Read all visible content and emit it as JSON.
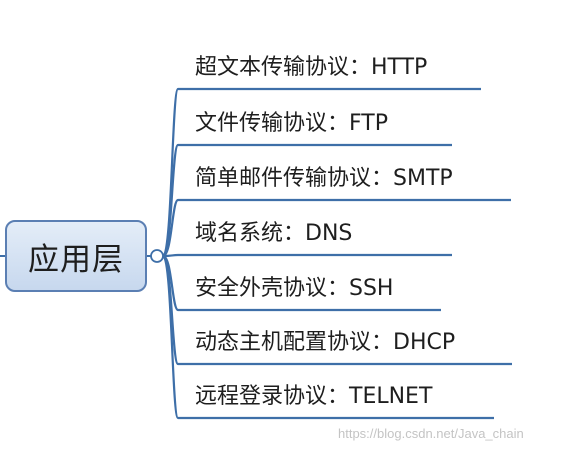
{
  "colors": {
    "line": "#3e6fa8",
    "root_border": "#5b7fb3",
    "root_fill": "#d5e3f4",
    "text": "#1e1e1e",
    "watermark": "#c4c4c4"
  },
  "root": {
    "label": "应用层"
  },
  "branches": [
    {
      "label": "超文本传输协议：HTTP"
    },
    {
      "label": "文件传输协议：FTP"
    },
    {
      "label": "简单邮件传输协议：SMTP"
    },
    {
      "label": "域名系统：DNS"
    },
    {
      "label": "安全外壳协议：SSH"
    },
    {
      "label": "动态主机配置协议：DHCP"
    },
    {
      "label": "远程登录协议：TELNET"
    }
  ],
  "watermark": "https://blog.csdn.net/Java_chain"
}
